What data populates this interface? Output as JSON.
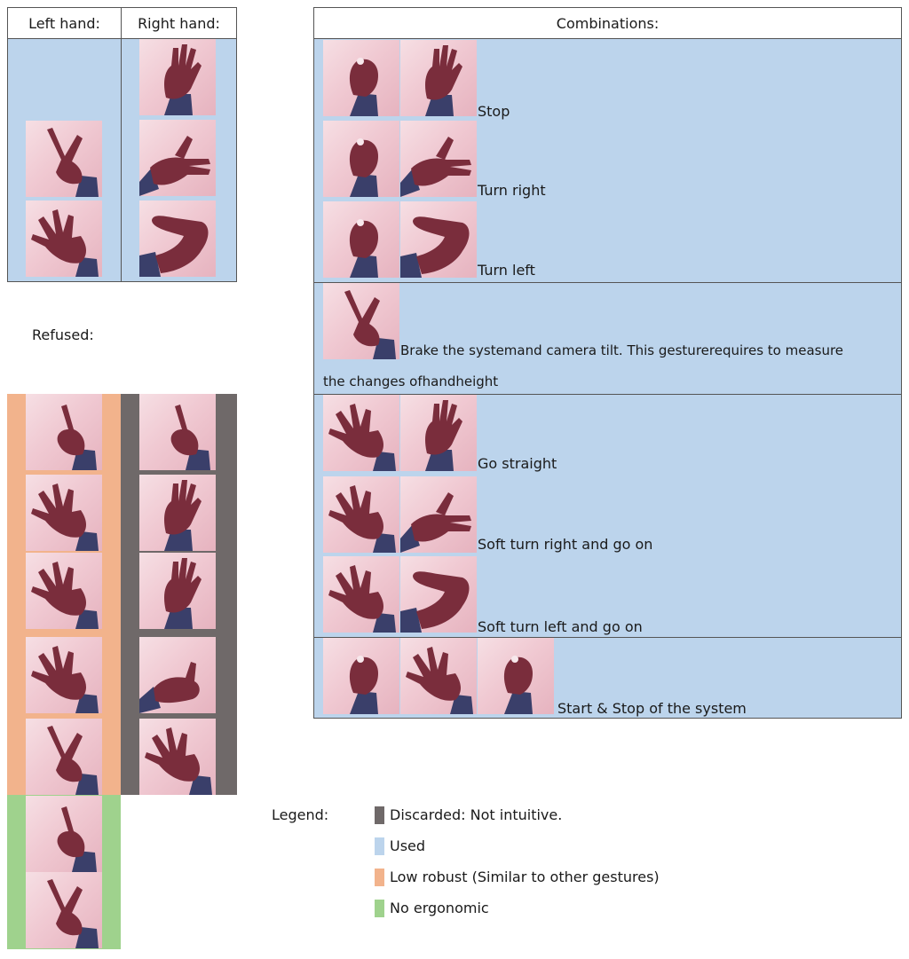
{
  "headers": {
    "left_hand": "Left hand:",
    "right_hand": "Right hand:",
    "combinations": "Combinations:"
  },
  "refused_label": "Refused:",
  "combinations": [
    {
      "label": "Stop"
    },
    {
      "label": "Turn right"
    },
    {
      "label": "Turn left"
    },
    {
      "label_line1": "Brake the systemand camera tilt. This gesturerequires to measure",
      "label_line2": "the changes ofhandheight"
    },
    {
      "label": "Go straight"
    },
    {
      "label": "Soft turn right and go on"
    },
    {
      "label": "Soft turn left and go on"
    },
    {
      "label": "Start & Stop of the system"
    }
  ],
  "legend": {
    "title": "Legend:",
    "items": [
      {
        "color": "#6f6969",
        "label": "Discarded: Not intuitive."
      },
      {
        "color": "#bcd4ec",
        "label": "Used"
      },
      {
        "color": "#f2b38c",
        "label": "Low robust (Similar to other gestures)"
      },
      {
        "color": "#9fd28d",
        "label": "No ergonomic"
      }
    ]
  },
  "gestures": {
    "fist": "fist-gesture",
    "palm": "open-palm-gesture",
    "flat": "flat-hand-gesture",
    "curved": "curved-hand-gesture",
    "victory": "victory-gesture",
    "spread": "spread-hand-gesture"
  }
}
